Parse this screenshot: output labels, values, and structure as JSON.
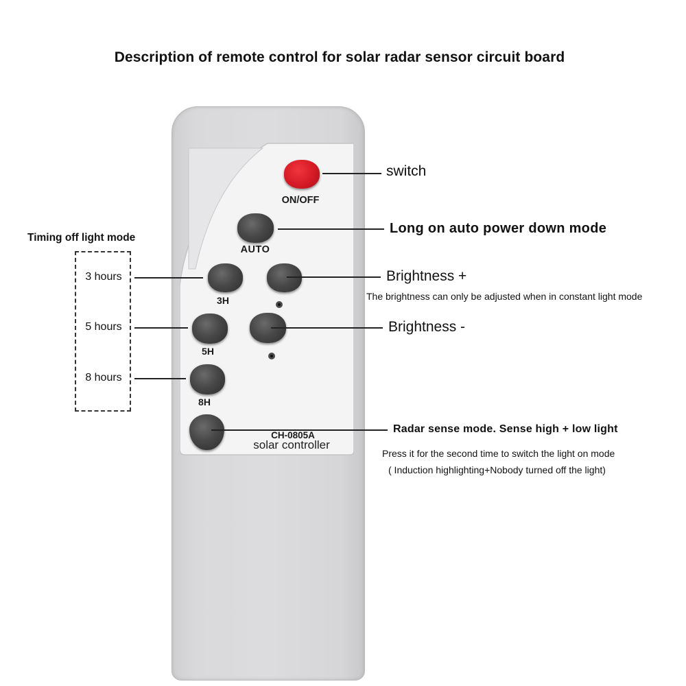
{
  "title": "Description of remote control for solar radar sensor circuit board",
  "remote": {
    "body_color": "#d9d9db",
    "model": "CH-0805A",
    "name": "solar controller",
    "buttons": {
      "onoff": {
        "label": "ON/OFF",
        "color": "#d41a25"
      },
      "auto": {
        "label": "AUTO",
        "color": "#484848"
      },
      "h3": {
        "label": "3H"
      },
      "h5": {
        "label": "5H"
      },
      "h8": {
        "label": "8H"
      },
      "brightness_plus": {
        "label": ""
      },
      "brightness_minus": {
        "label": ""
      },
      "radar": {
        "label": ""
      }
    }
  },
  "callouts": {
    "switch": "switch",
    "auto": "Long on auto power down mode",
    "brightness_plus": "Brightness +",
    "brightness_note": "The brightness can only be adjusted when in constant light mode",
    "brightness_minus": "Brightness -",
    "radar": "Radar sense mode. Sense high + low light",
    "radar_note_1": "Press it for the second time to switch the light on mode",
    "radar_note_2": "( Induction highlighting+Nobody turned off the light)"
  },
  "timing": {
    "title": "Timing off light mode",
    "options": [
      "3 hours",
      "5 hours",
      "8 hours"
    ]
  }
}
